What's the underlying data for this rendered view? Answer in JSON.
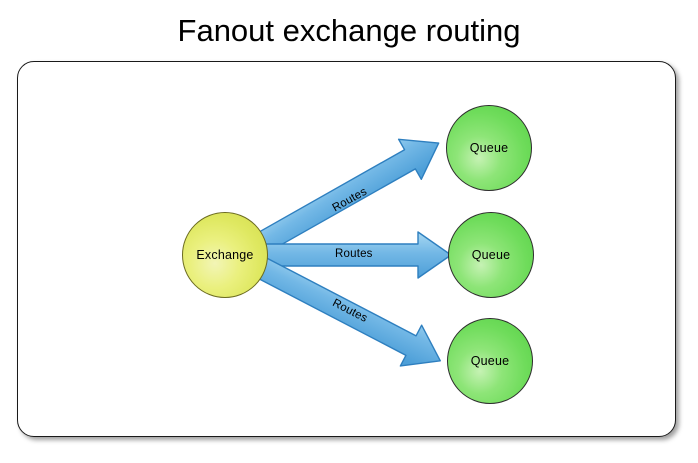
{
  "page": {
    "title": "Fanout exchange routing",
    "background_color": "#ffffff"
  },
  "panel": {
    "border_color": "#1a1a1a",
    "fill_color": "#ffffff"
  },
  "diagram": {
    "type": "fanout-routing-diagram",
    "nodes": [
      {
        "id": "exchange",
        "label": "Exchange",
        "shape": "circle",
        "fill_color": "#e4ea6e",
        "border_color": "#6b6b20"
      },
      {
        "id": "queue-top",
        "label": "Queue",
        "shape": "circle",
        "fill_color": "#74dc5e",
        "border_color": "#2d2d2d"
      },
      {
        "id": "queue-middle",
        "label": "Queue",
        "shape": "circle",
        "fill_color": "#74dc5e",
        "border_color": "#2d2d2d"
      },
      {
        "id": "queue-bottom",
        "label": "Queue",
        "shape": "circle",
        "fill_color": "#74dc5e",
        "border_color": "#2d2d2d"
      }
    ],
    "edges": [
      {
        "id": "edge-top",
        "label": "Routes",
        "from": "exchange",
        "to": "queue-top",
        "color": "#6cb6e3",
        "border_color": "#2e7fbf",
        "direction": "up-right"
      },
      {
        "id": "edge-middle",
        "label": "Routes",
        "from": "exchange",
        "to": "queue-middle",
        "color": "#6cb6e3",
        "border_color": "#2e7fbf",
        "direction": "right"
      },
      {
        "id": "edge-bottom",
        "label": "Routes",
        "from": "exchange",
        "to": "queue-bottom",
        "color": "#6cb6e3",
        "border_color": "#2e7fbf",
        "direction": "down-right"
      }
    ]
  }
}
